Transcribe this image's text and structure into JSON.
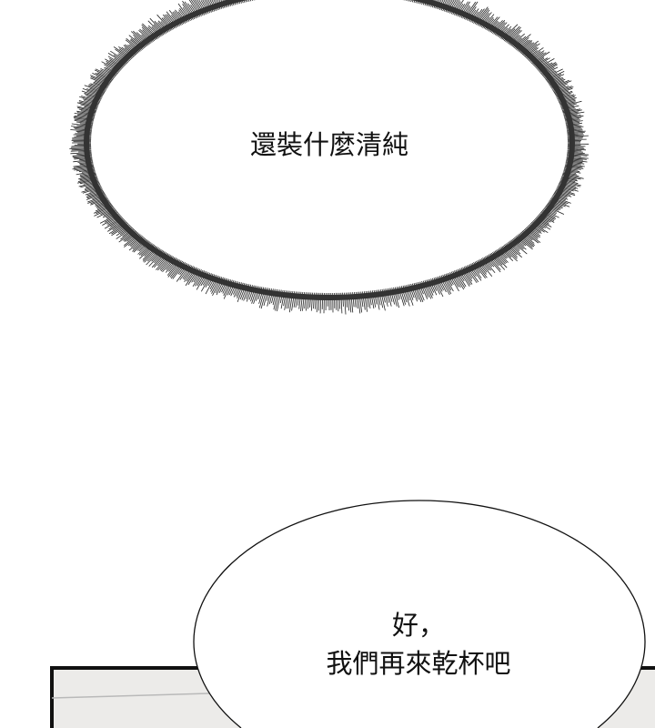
{
  "bubbles": {
    "top_thought": "還裝什麼清純",
    "bottom_line1": "好，",
    "bottom_line2": "我們再來乾杯吧"
  },
  "colors": {
    "background": "#ffffff",
    "ink": "#111111",
    "panel_fill": "#ecebe9"
  }
}
